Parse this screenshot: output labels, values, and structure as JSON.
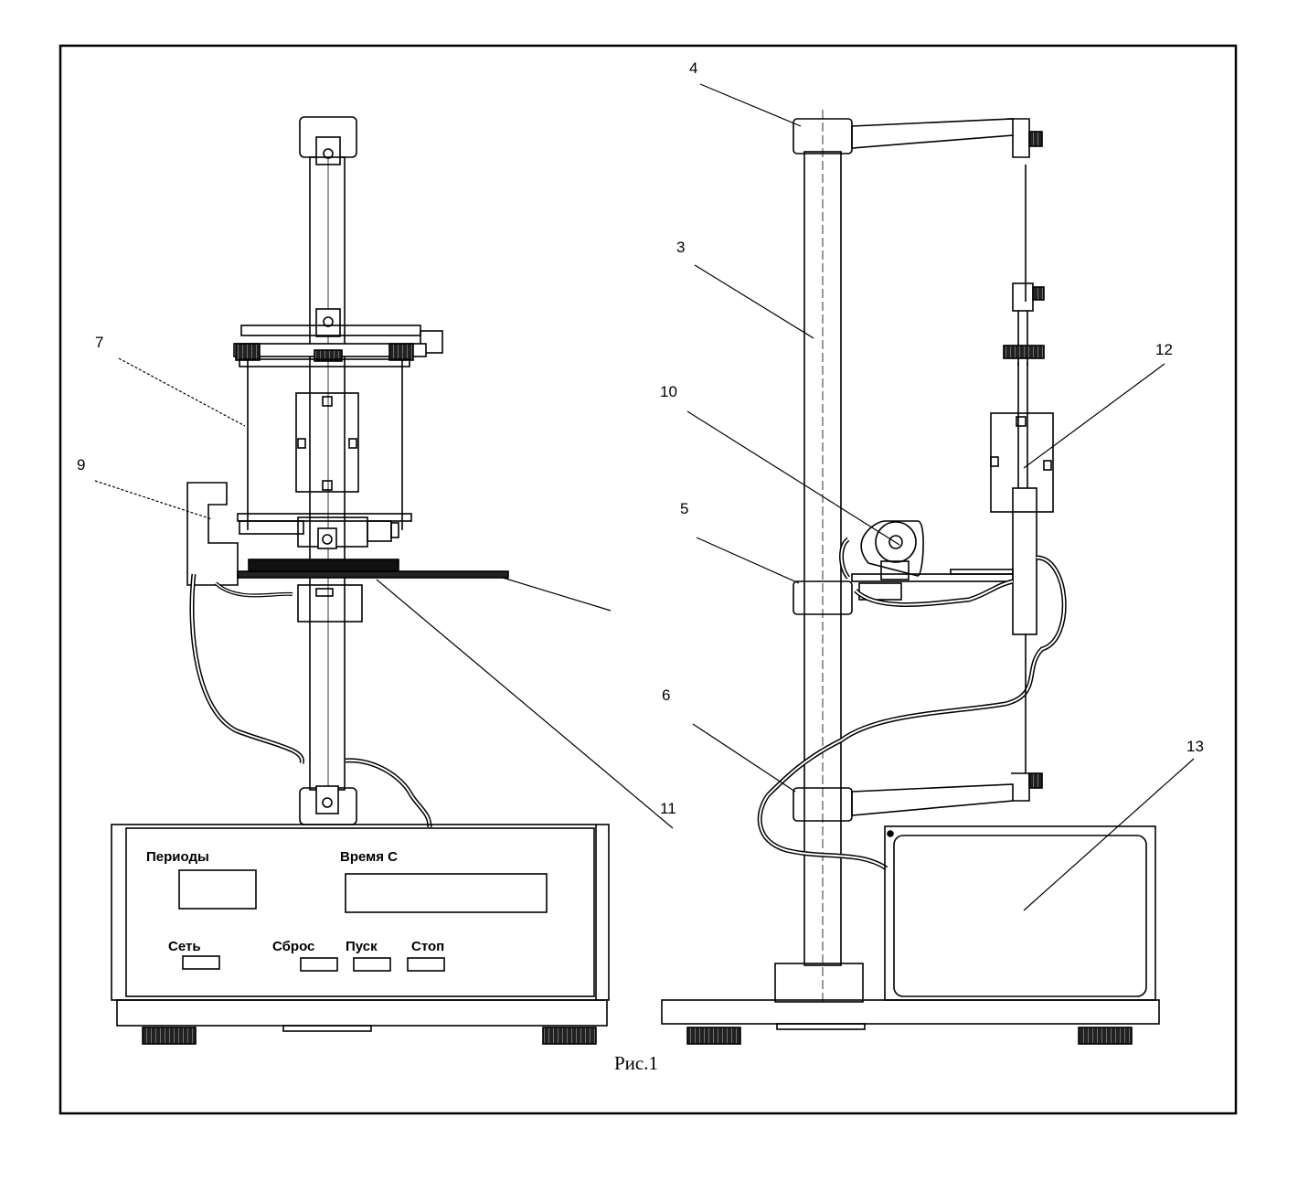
{
  "figure": {
    "caption": "Рис.1",
    "callouts": [
      "3",
      "4",
      "5",
      "6",
      "7",
      "9",
      "10",
      "11",
      "12",
      "13"
    ],
    "panel": {
      "periods": "Периоды",
      "time": "Время С",
      "power": "Сеть",
      "reset": "Сброс",
      "start": "Пуск",
      "stop": "Стоп"
    }
  }
}
